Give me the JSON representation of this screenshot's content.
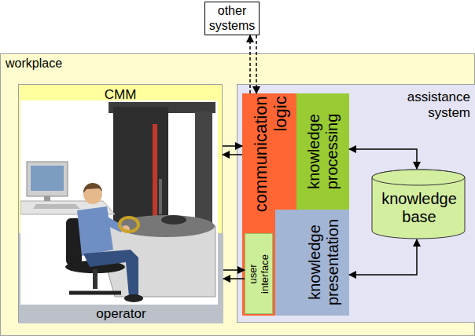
{
  "diagram": {
    "nodes": [
      {
        "text": [
          "other systems"
        ]
      },
      {
        "text": [
          "workplace"
        ]
      },
      {
        "text": [
          "CMM"
        ],
        "in": 1
      },
      {
        "text": [
          "operator"
        ],
        "in": 2
      },
      {
        "text": [
          "assistance system"
        ],
        "in": 1
      },
      {
        "text": [
          "communication logic"
        ],
        "in": 4
      },
      {
        "text": [
          "user interface"
        ],
        "in": 5
      },
      {
        "text": [
          "knowledge processing"
        ],
        "in": 4
      },
      {
        "text": [
          "knowledge presentation"
        ],
        "in": 4
      },
      {
        "text": [
          "knowledge base"
        ],
        "in": 4
      }
    ],
    "edges": [
      {
        "from": 2,
        "to": 5,
        "arrow": "to"
      },
      {
        "from": 5,
        "to": 2,
        "arrow": "to"
      },
      {
        "from": 3,
        "to": 6,
        "arrow": "to"
      },
      {
        "from": 6,
        "to": 3,
        "arrow": "to"
      },
      {
        "from": 0,
        "to": 5,
        "arrow": "to"
      },
      {
        "from": 5,
        "to": 0,
        "arrow": "to"
      },
      {
        "from": 7,
        "to": 9,
        "arrow": "both"
      },
      {
        "from": 8,
        "to": 9,
        "arrow": "both"
      }
    ]
  }
}
